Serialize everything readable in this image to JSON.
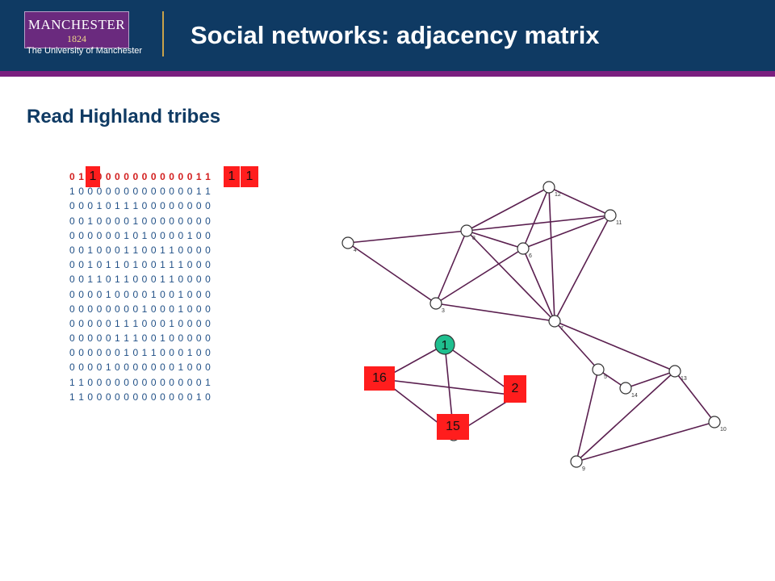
{
  "header": {
    "logo_name": "MANCHESTER",
    "logo_year": "1824",
    "logo_subtitle": "The University of Manchester",
    "title": "Social networks: adjacency matrix"
  },
  "subtitle": "Read Highland tribes",
  "matrix": {
    "rows": [
      "0 1 0 0 0 0 0 0 0 0 0 0 0 0 1 1",
      "1 0 0 0 0 0 0 0 0 0 0 0 0 0 1 1",
      "0 0 0 1 0 1 1 1 0 0 0 0 0 0 0 0",
      "0 0 1 0 0 0 0 1 0 0 0 0 0 0 0 0",
      "0 0 0 0 0 0 1 0 1 0 0 0 0 1 0 0",
      "0 0 1 0 0 0 1 1 0 0 1 1 0 0 0 0",
      "0 0 1 0 1 1 0 1 0 0 1 1 1 0 0 0",
      "0 0 1 1 0 1 1 0 0 0 1 1 0 0 0 0",
      "0 0 0 0 1 0 0 0 0 1 0 0 1 0 0 0",
      "0 0 0 0 0 0 0 0 1 0 0 0 1 0 0 0",
      "0 0 0 0 0 1 1 1 0 0 0 1 0 0 0 0",
      "0 0 0 0 0 1 1 1 0 0 1 0 0 0 0 0",
      "0 0 0 0 0 0 1 0 1 1 0 0 0 1 0 0",
      "0 0 0 0 1 0 0 0 0 0 0 0 1 0 0 0",
      "1 1 0 0 0 0 0 0 0 0 0 0 0 0 0 1",
      "1 1 0 0 0 0 0 0 0 0 0 0 0 0 1 0"
    ],
    "highlight_labels": [
      "1",
      "1",
      "1"
    ]
  },
  "graph": {
    "nodes": [
      {
        "label": "1",
        "fill": "#1fbf8f"
      },
      {
        "label": "2",
        "fill": "#ffffff"
      },
      {
        "label": "3",
        "fill": "#ffffff"
      },
      {
        "label": "4",
        "fill": "#ffffff"
      },
      {
        "label": "5",
        "fill": "#ffffff"
      },
      {
        "label": "6",
        "fill": "#ffffff"
      },
      {
        "label": "7",
        "fill": "#ffffff"
      },
      {
        "label": "8",
        "fill": "#ffffff"
      },
      {
        "label": "9",
        "fill": "#ffffff"
      },
      {
        "label": "10",
        "fill": "#ffffff"
      },
      {
        "label": "11",
        "fill": "#ffffff"
      },
      {
        "label": "12",
        "fill": "#ffffff"
      },
      {
        "label": "13",
        "fill": "#ffffff"
      },
      {
        "label": "14",
        "fill": "#ffffff"
      },
      {
        "label": "15",
        "fill": "#ffffff"
      },
      {
        "label": "16",
        "fill": "#ffffff"
      }
    ],
    "edge_color": "#5a1f4f",
    "red_labels": [
      "16",
      "2",
      "15"
    ]
  },
  "colors": {
    "header_bg": "#0f3a63",
    "stripe": "#7a1f7f",
    "highlight": "#ff1d1d",
    "matrix_text": "#1f4f86"
  }
}
